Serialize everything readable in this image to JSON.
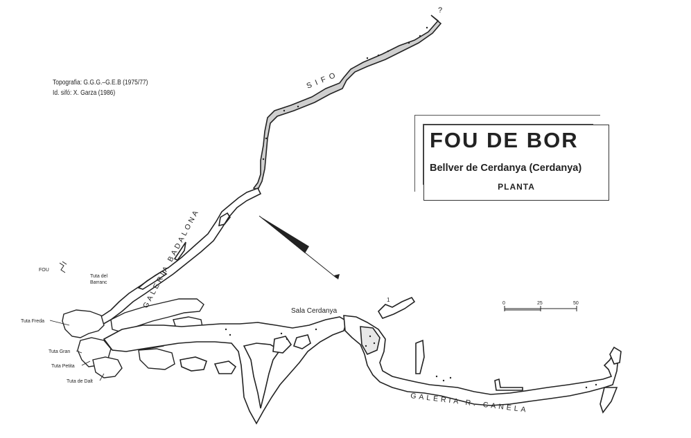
{
  "credits": {
    "line1": "Topografia: G.G.G.–G.E.B (1975/77)",
    "line2": "Id. sifó: X. Garza (1986)"
  },
  "title": {
    "main": "FOU DE BOR",
    "location": "Bellver de Cerdanya (Cerdanya)",
    "view": "PLANTA"
  },
  "labels": {
    "sifo": "SIFO",
    "question": "?",
    "galeria_badalona": "GALERIA BADALONA",
    "galeria_canela": "GALERIA R. CANELA",
    "sala_cerdanya": "Sala Cerdanya",
    "fou": "FOU",
    "tuta_barranc_1": "Tuta del",
    "tuta_barranc_2": "Barranc",
    "tuta_freda": "Tuta Freda",
    "tuta_gran": "Tuta Gran",
    "tuta_petita": "Tuta Petita",
    "tuta_dalt": "Tuta de Dalt",
    "mark_1": "1"
  },
  "scale_bar": {
    "ticks": [
      "0",
      "25",
      "50"
    ]
  },
  "colors": {
    "ink": "#222222",
    "passage_fill": "#ffffff",
    "siphon_fill": "#cfcfcf",
    "paper": "#ffffff"
  },
  "icons": [
    "north-arrow-icon",
    "entrance-symbol-icon"
  ]
}
